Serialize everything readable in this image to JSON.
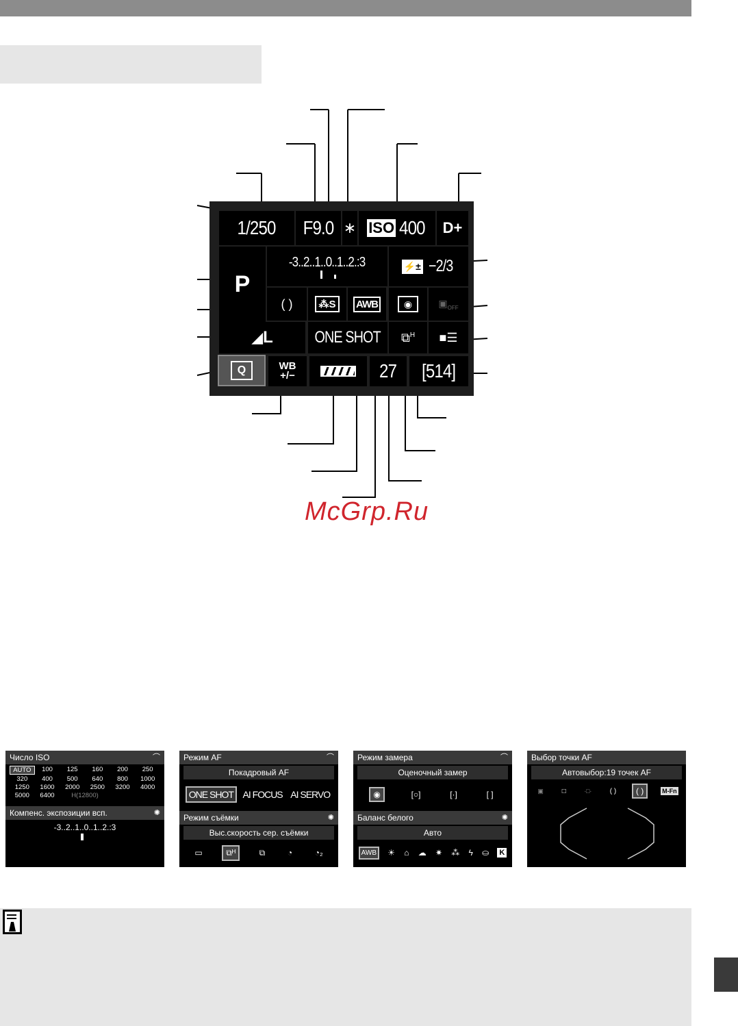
{
  "quick_control": {
    "shutter": "1/250",
    "aperture": "F9.0",
    "ae_lock": "∗",
    "iso_label": "ISO",
    "iso_value": "400",
    "highlight_tone": "D+",
    "exposure_scale": "-3..2..1..0..1..2.:3",
    "flash_comp": "−2/3",
    "mode": "P",
    "af_point": "( )",
    "picture_style": "S",
    "wb": "AWB",
    "quality": "L",
    "af_mode": "ONE SHOT",
    "q_button": "Q",
    "wb_adjust_top": "WB",
    "wb_adjust_bottom": "+/−",
    "max_burst": "27",
    "shots_remaining": "[514]"
  },
  "watermark": "McGrp.Ru",
  "screen_iso": {
    "title": "Число ISO",
    "iso_values": [
      "AUTO",
      "100",
      "125",
      "160",
      "200",
      "250",
      "320",
      "400",
      "500",
      "640",
      "800",
      "1000",
      "1250",
      "1600",
      "2000",
      "2500",
      "3200",
      "4000",
      "5000",
      "6400",
      "H(12800)"
    ],
    "flash_title": "Компенс. экспозиции всп.",
    "scale": "-3..2..1..0..1..2.:3"
  },
  "screen_af": {
    "title": "Режим AF",
    "current": "Покадровый AF",
    "options": [
      "ONE SHOT",
      "AI FOCUS",
      "AI SERVO"
    ],
    "drive_title": "Режим съёмки",
    "drive_current": "Выс.скорость сер. съёмки"
  },
  "screen_metering": {
    "title": "Режим замера",
    "current": "Оценочный замер",
    "wb_title": "Баланс белого",
    "wb_current": "Авто",
    "wb_awb": "AWB",
    "wb_k": "K"
  },
  "screen_afpoint": {
    "title": "Выбор точки AF",
    "current": "Автовыбор:19 точек AF",
    "mfn": "M-Fn"
  }
}
